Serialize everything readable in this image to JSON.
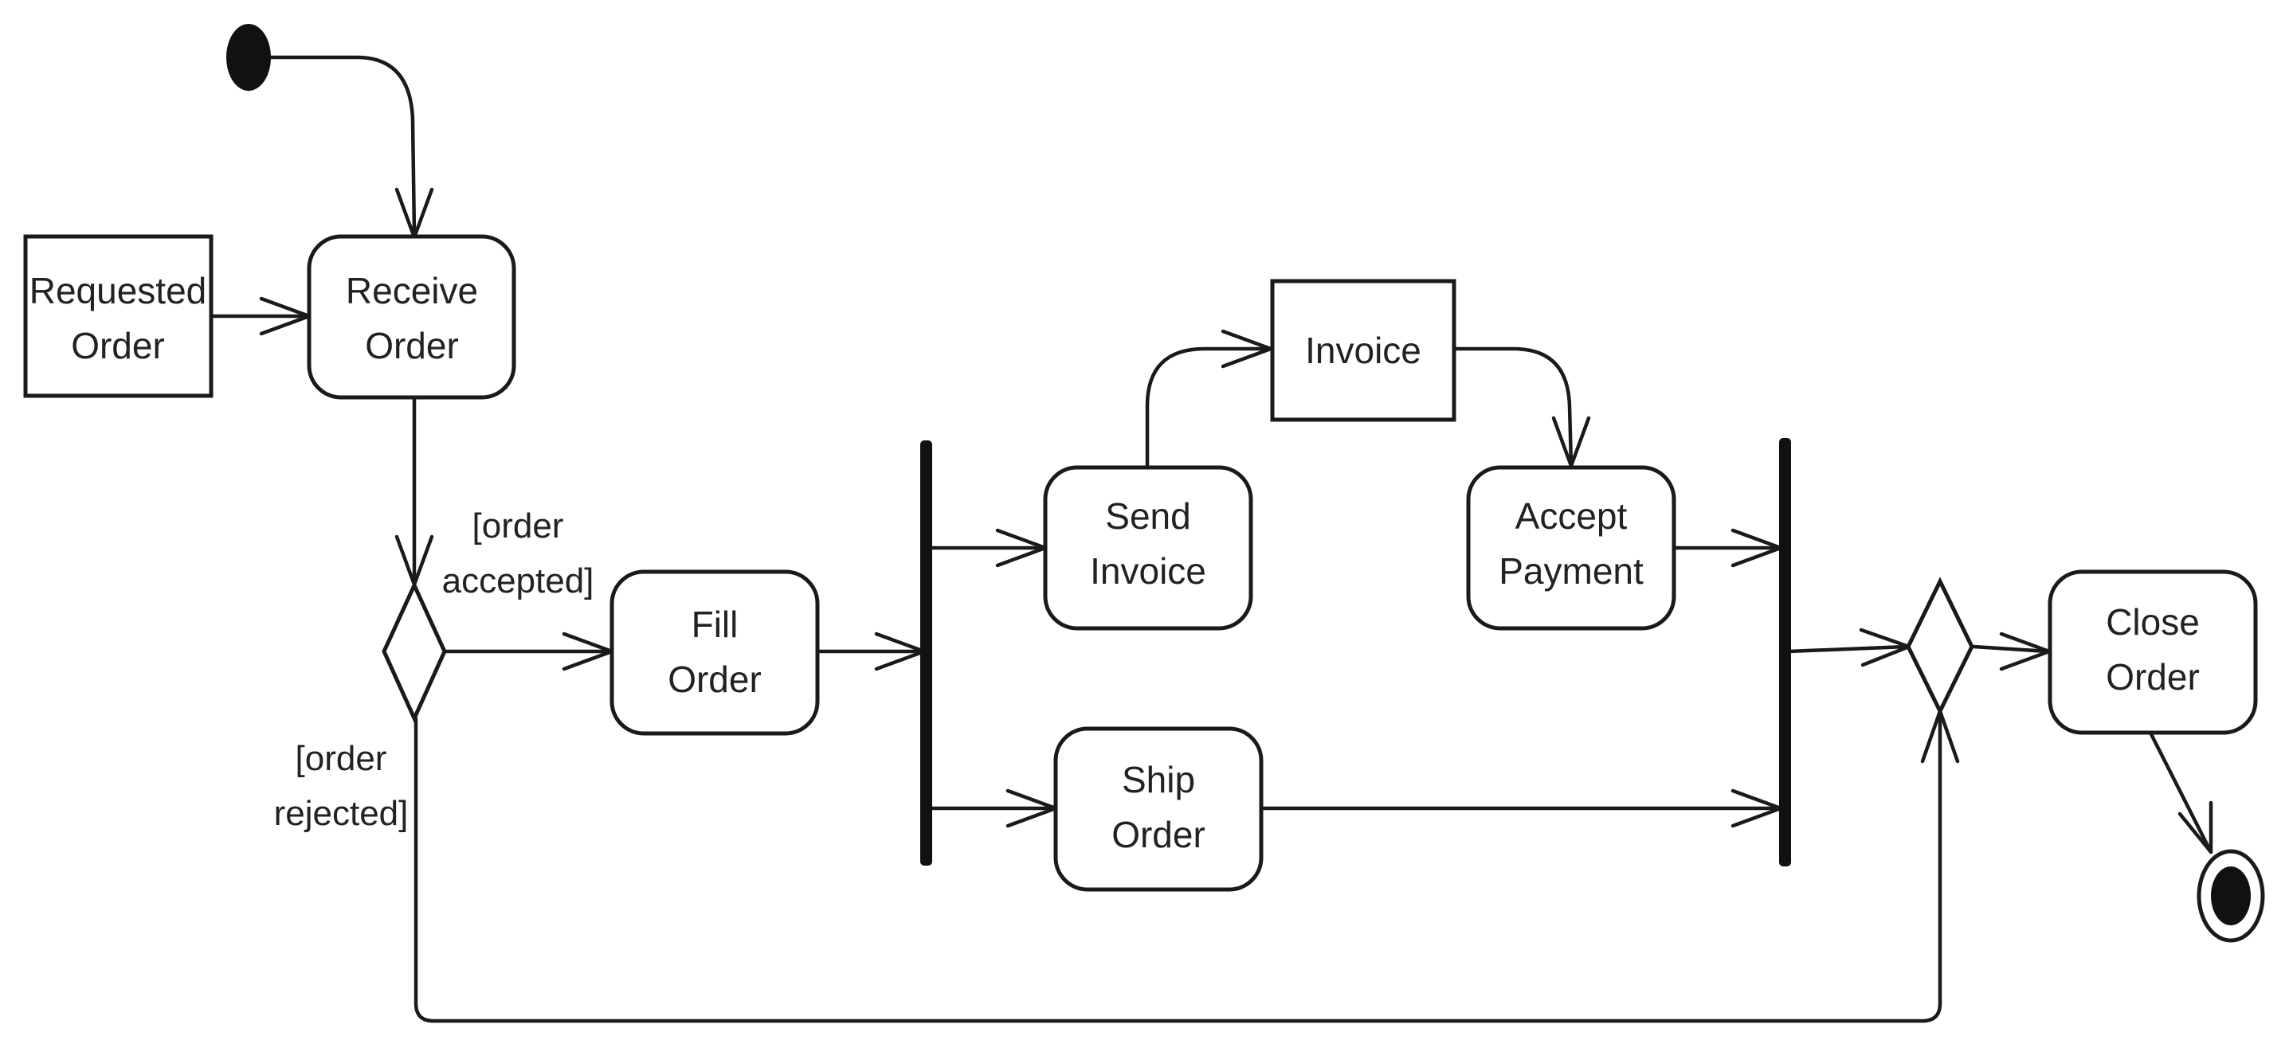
{
  "diagram": {
    "type": "uml-activity",
    "nodes": {
      "requested_order": {
        "kind": "object",
        "lines": [
          "Requested",
          "Order"
        ]
      },
      "receive_order": {
        "kind": "action",
        "lines": [
          "Receive",
          "Order"
        ]
      },
      "fill_order": {
        "kind": "action",
        "lines": [
          "Fill",
          "Order"
        ]
      },
      "send_invoice": {
        "kind": "action",
        "lines": [
          "Send",
          "Invoice"
        ]
      },
      "invoice": {
        "kind": "object",
        "lines": [
          "Invoice"
        ]
      },
      "accept_payment": {
        "kind": "action",
        "lines": [
          "Accept",
          "Payment"
        ]
      },
      "ship_order": {
        "kind": "action",
        "lines": [
          "Ship",
          "Order"
        ]
      },
      "close_order": {
        "kind": "action",
        "lines": [
          "Close",
          "Order"
        ]
      }
    },
    "guards": {
      "order_accepted": [
        "[order",
        "accepted]"
      ],
      "order_rejected": [
        "[order",
        "rejected]"
      ]
    },
    "edges": [
      {
        "from": "initial",
        "to": "receive_order"
      },
      {
        "from": "requested_order",
        "to": "receive_order"
      },
      {
        "from": "receive_order",
        "to": "decision"
      },
      {
        "from": "decision",
        "to": "fill_order",
        "guard": "order_accepted"
      },
      {
        "from": "decision",
        "to": "merge",
        "guard": "order_rejected"
      },
      {
        "from": "fill_order",
        "to": "fork"
      },
      {
        "from": "fork",
        "to": "send_invoice"
      },
      {
        "from": "fork",
        "to": "ship_order"
      },
      {
        "from": "send_invoice",
        "to": "invoice"
      },
      {
        "from": "invoice",
        "to": "accept_payment"
      },
      {
        "from": "accept_payment",
        "to": "join"
      },
      {
        "from": "ship_order",
        "to": "join"
      },
      {
        "from": "join",
        "to": "merge"
      },
      {
        "from": "merge",
        "to": "close_order"
      },
      {
        "from": "close_order",
        "to": "final"
      }
    ],
    "colors": {
      "line": "#1a1a1a",
      "fill": "#ffffff",
      "text": "#222222",
      "bar": "#111111"
    }
  }
}
